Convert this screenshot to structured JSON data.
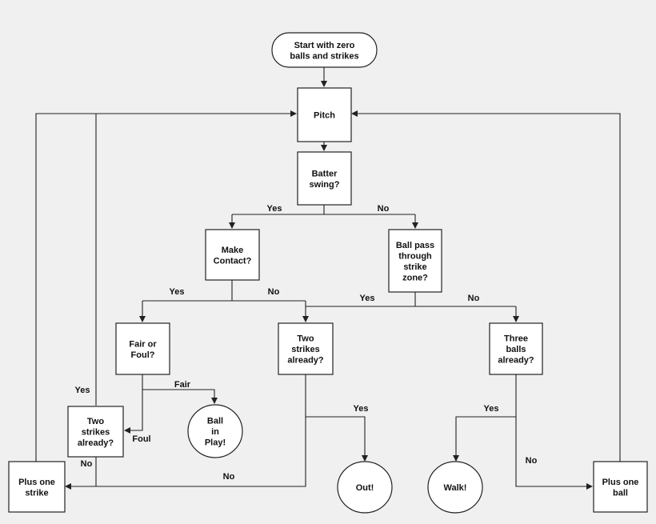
{
  "nodes": {
    "start": "Start with zero\nballs and strikes",
    "pitch": "Pitch",
    "batter_swing": "Batter\nswing?",
    "make_contact": "Make\nContact?",
    "ball_pass": "Ball pass\nthrough\nstrike\nzone?",
    "fair_or_foul": "Fair or\nFoul?",
    "two_strikes_center": "Two\nstrikes\nalready?",
    "three_balls": "Three\nballs\nalready?",
    "ball_in_play": "Ball\nin\nPlay!",
    "two_strikes_left": "Two\nstrikes\nalready?",
    "plus_one_strike": "Plus one\nstrike",
    "out": "Out!",
    "walk": "Walk!",
    "plus_one_ball": "Plus one\nball"
  },
  "edge_labels": {
    "swing_yes": "Yes",
    "swing_no": "No",
    "contact_yes": "Yes",
    "contact_no": "No",
    "pass_yes": "Yes",
    "pass_no": "No",
    "fair": "Fair",
    "foul": "Foul",
    "two_left_yes": "Yes",
    "two_left_no": "No",
    "two_center_yes": "Yes",
    "two_center_no": "No",
    "three_yes": "Yes",
    "three_no": "No"
  }
}
